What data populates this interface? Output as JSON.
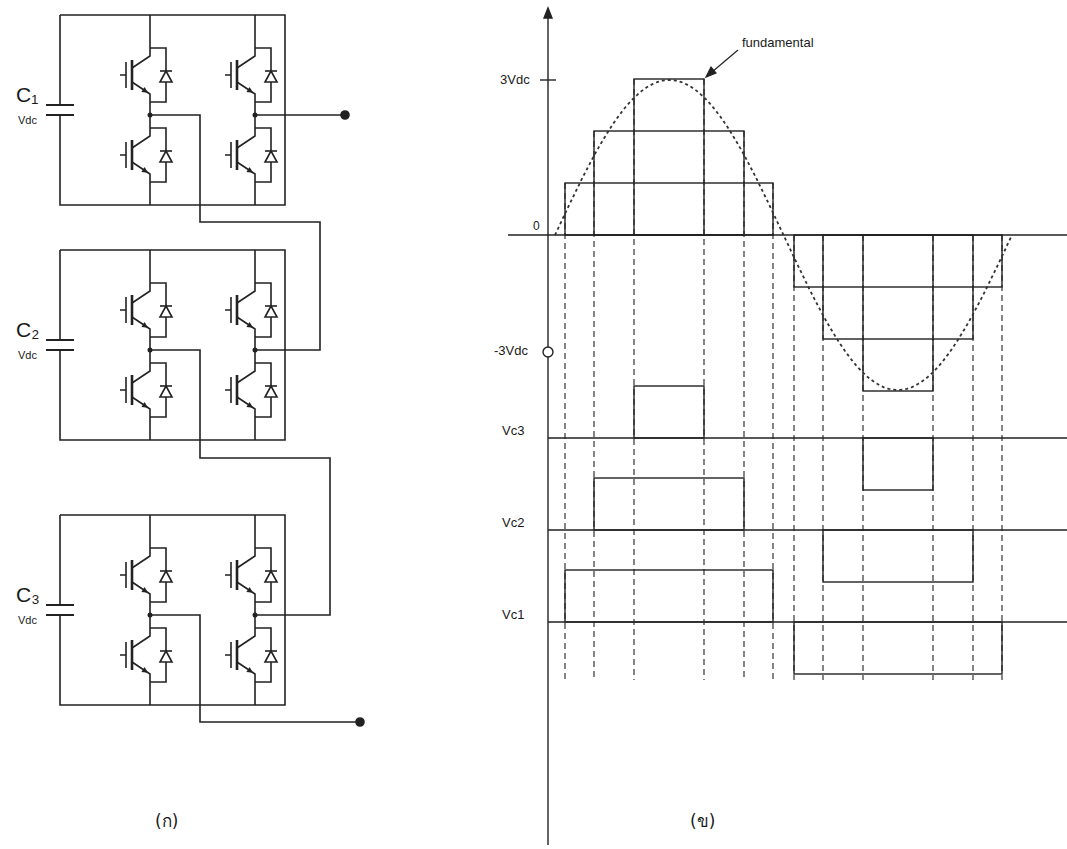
{
  "diagram": {
    "labels": [
      "C₁",
      "Vdc",
      "C₂",
      "Vdc",
      "C₃",
      "Vdc",
      "3Vdc",
      "fundamental",
      "0",
      "-3Vdc",
      "Vc3",
      "Vc2",
      "Vc1",
      "(ก)",
      "(ข)"
    ]
  }
}
